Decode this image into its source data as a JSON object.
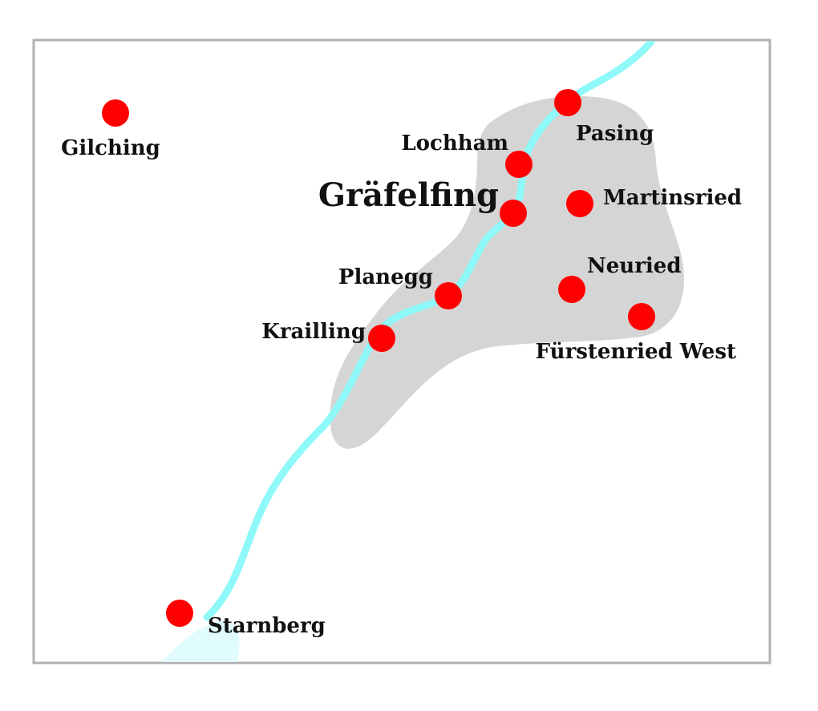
{
  "map": {
    "colors": {
      "background": "#ffffff",
      "frame": "#b0b0b0",
      "urban_area": "#d5d5d5",
      "river": "#8ff8f8",
      "lake": "#e0fcfc",
      "town_marker": "#ff0000",
      "label_text": "#111111"
    },
    "places": [
      {
        "id": "gilching",
        "name": "Gilching",
        "emphasis": "normal"
      },
      {
        "id": "pasing",
        "name": "Pasing",
        "emphasis": "normal"
      },
      {
        "id": "lochham",
        "name": "Lochham",
        "emphasis": "normal"
      },
      {
        "id": "grafelfing",
        "name": "Gräfelfing",
        "emphasis": "primary"
      },
      {
        "id": "martinsried",
        "name": "Martinsried",
        "emphasis": "normal"
      },
      {
        "id": "planegg",
        "name": "Planegg",
        "emphasis": "normal"
      },
      {
        "id": "neuried",
        "name": "Neuried",
        "emphasis": "normal"
      },
      {
        "id": "krailling",
        "name": "Krailling",
        "emphasis": "normal"
      },
      {
        "id": "furstenried-west",
        "name": "Fürstenried West",
        "emphasis": "normal"
      },
      {
        "id": "starnberg",
        "name": "Starnberg",
        "emphasis": "normal"
      }
    ]
  }
}
